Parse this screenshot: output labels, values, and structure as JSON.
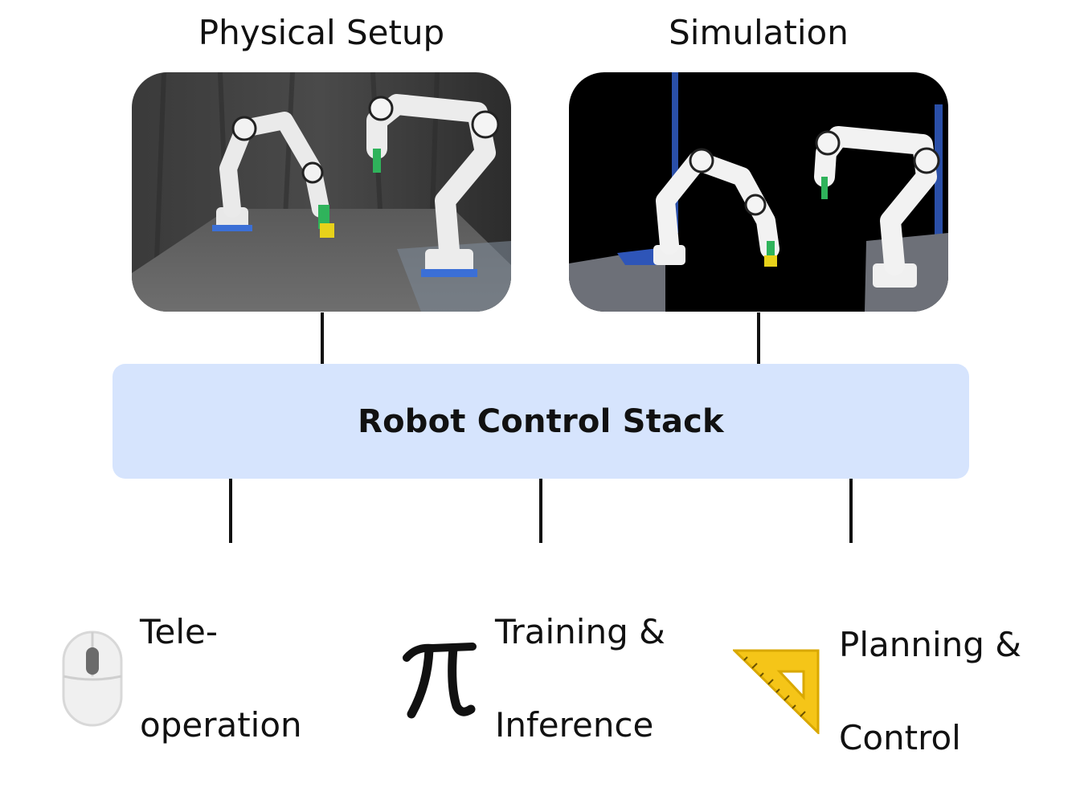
{
  "diagram": {
    "headings": {
      "physical": "Physical Setup",
      "simulation": "Simulation"
    },
    "center_box": {
      "label": "Robot Control Stack",
      "color": "#d6e4fd"
    },
    "tools": {
      "teleop": {
        "line1": "Tele-",
        "line2": "operation",
        "icon": "computer-mouse-icon"
      },
      "training": {
        "line1": "Training &",
        "line2": "Inference",
        "icon": "pi-symbol-icon"
      },
      "planning": {
        "line1": "Planning &",
        "line2": "Control",
        "icon": "set-square-ruler-icon"
      }
    }
  }
}
